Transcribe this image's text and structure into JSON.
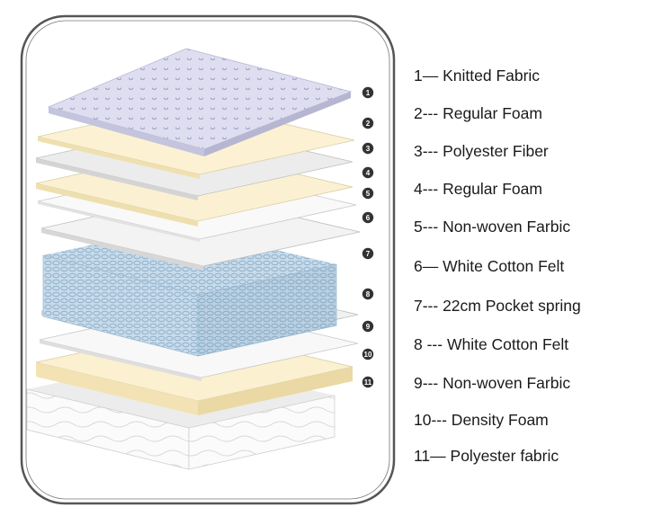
{
  "diagram": {
    "badges": [
      "1",
      "2",
      "3",
      "4",
      "5",
      "6",
      "7",
      "8",
      "9",
      "10",
      "11"
    ],
    "legend": [
      "1— Knitted Fabric",
      "2--- Regular Foam",
      "3--- Polyester Fiber",
      "4--- Regular Foam",
      "5--- Non-woven Farbic",
      "6— White Cotton Felt",
      "7--- 22cm Pocket spring",
      "8 --- White Cotton Felt",
      "9--- Non-woven Farbic",
      "10--- Density Foam",
      "11— Polyester fabric"
    ],
    "colors": {
      "frame": "#555555",
      "knitted_fabric": "#d9d9ee",
      "foam": "#fbf1d2",
      "fiber": "#ededed",
      "nonwoven": "#f7f7f7",
      "felt": "#f1f1f1",
      "spring": "#c3d6e6",
      "badge": "#333333"
    }
  }
}
